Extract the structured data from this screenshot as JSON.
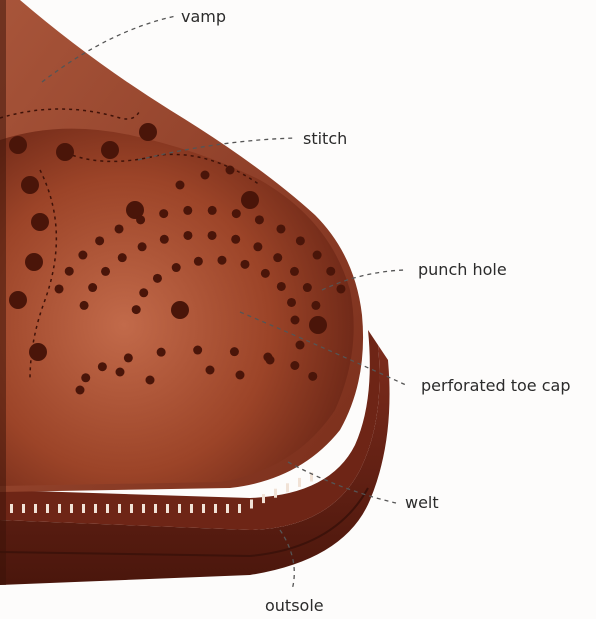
{
  "labels": {
    "vamp": "vamp",
    "stitch": "stitch",
    "punch_hole": "punch hole",
    "perforated_toe_cap": "perforated toe cap",
    "welt": "welt",
    "outsole": "outsole"
  },
  "colors": {
    "leather_light": "#b35a3e",
    "leather_mid": "#8e3a23",
    "leather_dark": "#5a1d10",
    "sole": "#6b2418",
    "sole_edge": "#3d120a",
    "hole": "#4a1509",
    "leader_line": "#555555",
    "label_text": "#2b2b2b"
  }
}
